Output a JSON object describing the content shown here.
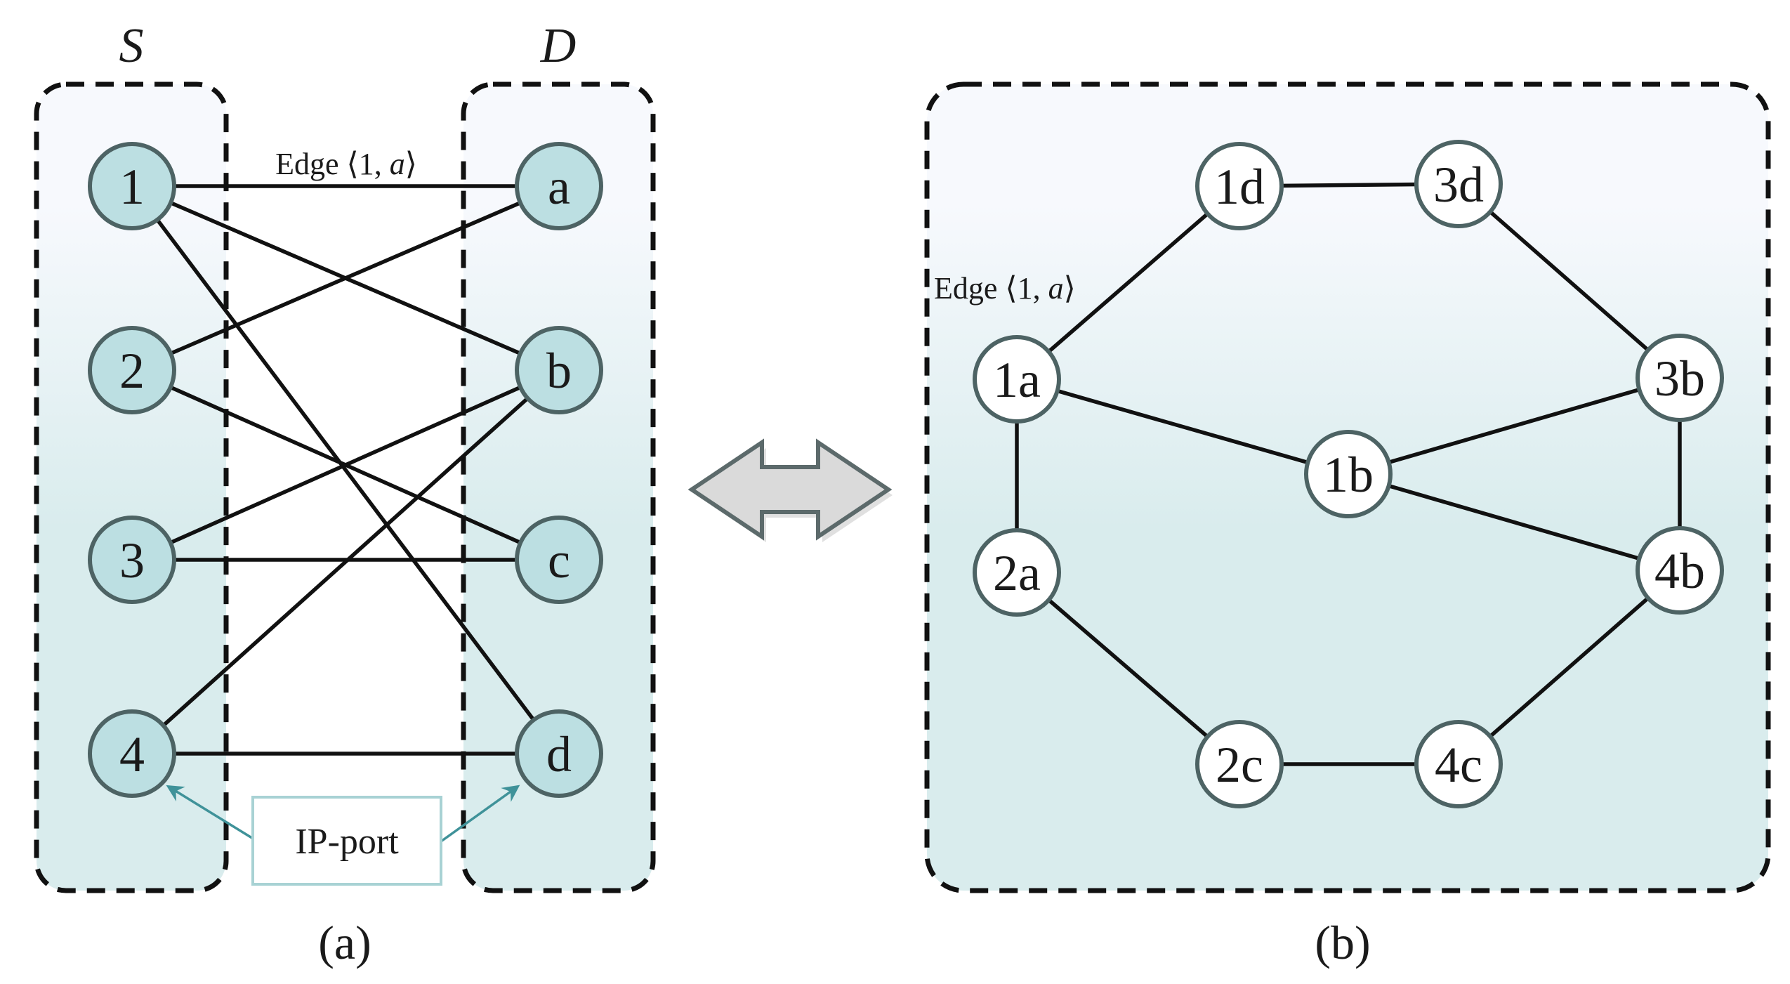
{
  "colors": {
    "panel_gradient_top": "#f7f9fd",
    "panel_gradient_bottom": "#d9eced",
    "node_fill": "#bcdfe2",
    "node_stroke": "#4d6364",
    "edge": "#111111",
    "port_arrow": "#3f9299",
    "port_box_border": "#a8d2d4",
    "double_arrow_fill": "#dadada",
    "double_arrow_stroke": "#5c6a6b"
  },
  "panel_a": {
    "caption": "(a)",
    "source_set_label": "S",
    "dest_set_label": "D",
    "edge_annotation": {
      "prefix": "Edge ⟨1, ",
      "var": "a",
      "suffix": "⟩"
    },
    "port_label": "IP-port",
    "sources": [
      "1",
      "2",
      "3",
      "4"
    ],
    "destinations": [
      "a",
      "b",
      "c",
      "d"
    ],
    "edges": [
      [
        "1",
        "a"
      ],
      [
        "1",
        "b"
      ],
      [
        "1",
        "d"
      ],
      [
        "2",
        "a"
      ],
      [
        "2",
        "c"
      ],
      [
        "3",
        "b"
      ],
      [
        "3",
        "c"
      ],
      [
        "4",
        "b"
      ],
      [
        "4",
        "d"
      ]
    ]
  },
  "equivalence_icon": "double-headed-arrow-icon",
  "panel_b": {
    "caption": "(b)",
    "edge_annotation": {
      "prefix": "Edge ⟨1, ",
      "var": "a",
      "suffix": "⟩"
    },
    "nodes": [
      "1d",
      "3d",
      "1a",
      "3b",
      "1b",
      "2a",
      "4b",
      "2c",
      "4c"
    ],
    "edges": [
      [
        "1d",
        "3d"
      ],
      [
        "1a",
        "1d"
      ],
      [
        "3d",
        "3b"
      ],
      [
        "1a",
        "1b"
      ],
      [
        "1b",
        "3b"
      ],
      [
        "1b",
        "4b"
      ],
      [
        "1a",
        "2a"
      ],
      [
        "3b",
        "4b"
      ],
      [
        "2a",
        "2c"
      ],
      [
        "2c",
        "4c"
      ],
      [
        "4c",
        "4b"
      ]
    ]
  }
}
